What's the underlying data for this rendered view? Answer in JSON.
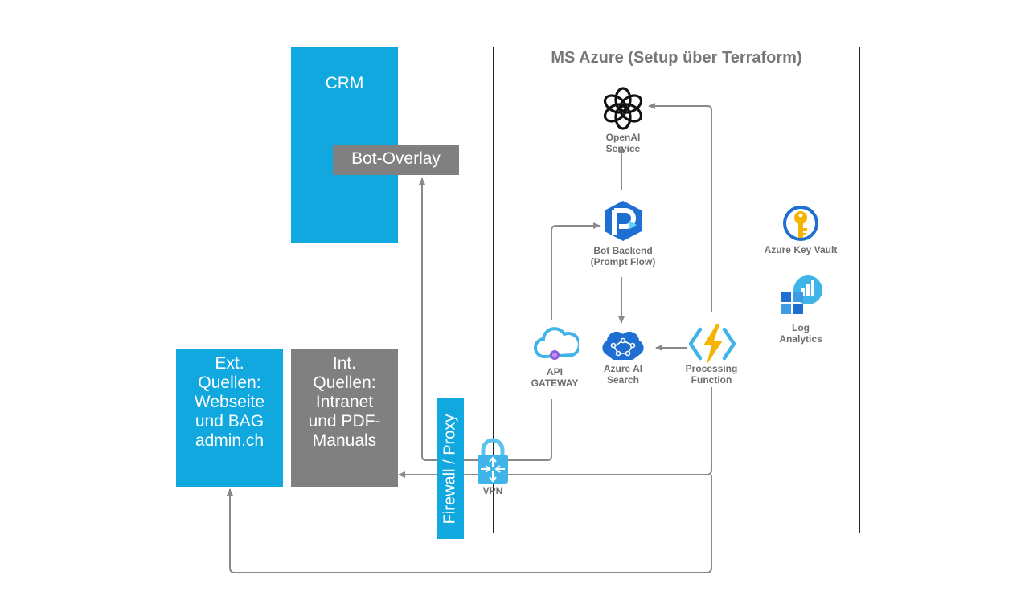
{
  "azure": {
    "title": "MS Azure (Setup über Terraform)"
  },
  "crm": {
    "label": "CRM",
    "overlay": "Bot-Overlay"
  },
  "ext": {
    "label": "Ext.\nQuellen:\nWebseite\nund BAG\nadmin.ch"
  },
  "int": {
    "label": "Int.\nQuellen:\nIntranet\nund PDF-\nManuals"
  },
  "firewall": {
    "label": "Firewall / Proxy"
  },
  "nodes": {
    "openai": "OpenAI\nService",
    "bot_backend": "Bot Backend\n(Prompt Flow)",
    "api_gateway": "API\nGATEWAY",
    "ai_search": "Azure AI\nSearch",
    "processing": "Processing\nFunction",
    "key_vault": "Azure Key Vault",
    "log_analytics": "Log\nAnalytics",
    "vpn": "VPN"
  },
  "colors": {
    "blue": "#11a8e0",
    "gray": "#808080",
    "line": "#8a8a8a"
  },
  "icons": [
    "openai-icon",
    "bot-backend-icon",
    "api-gateway-icon",
    "ai-search-icon",
    "function-icon",
    "key-vault-icon",
    "log-analytics-icon",
    "vpn-lock-icon"
  ]
}
